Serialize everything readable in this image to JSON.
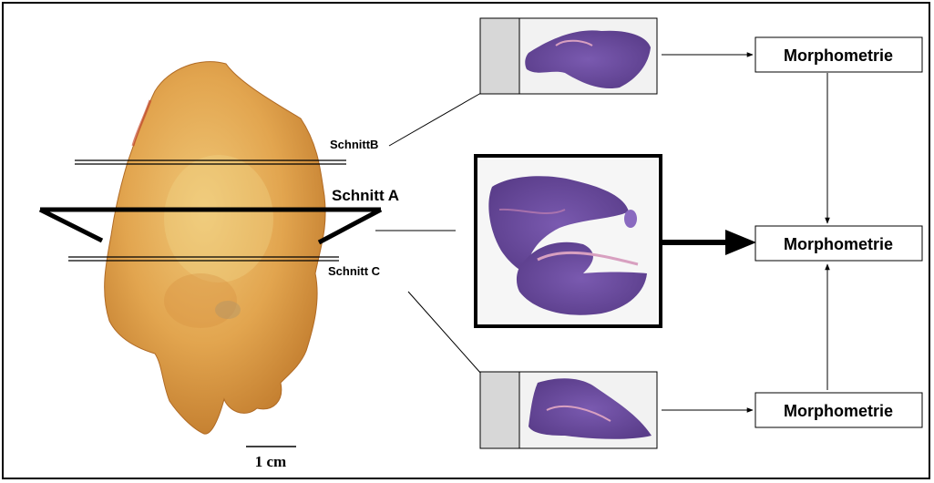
{
  "labels": {
    "schnitt_b": "SchnittB",
    "schnitt_a": "Schnitt A",
    "schnitt_c": "Schnitt C"
  },
  "boxes": {
    "morph_top": "Morphometrie",
    "morph_middle": "Morphometrie",
    "morph_bottom": "Morphometrie"
  },
  "scale_bar": {
    "label": "1 cm"
  },
  "colors": {
    "specimen": "#e0a34a",
    "tissue_purple": "#6a4d9c",
    "tissue_pink": "#d8a0c0",
    "slide_label": "#d7d7d7"
  }
}
